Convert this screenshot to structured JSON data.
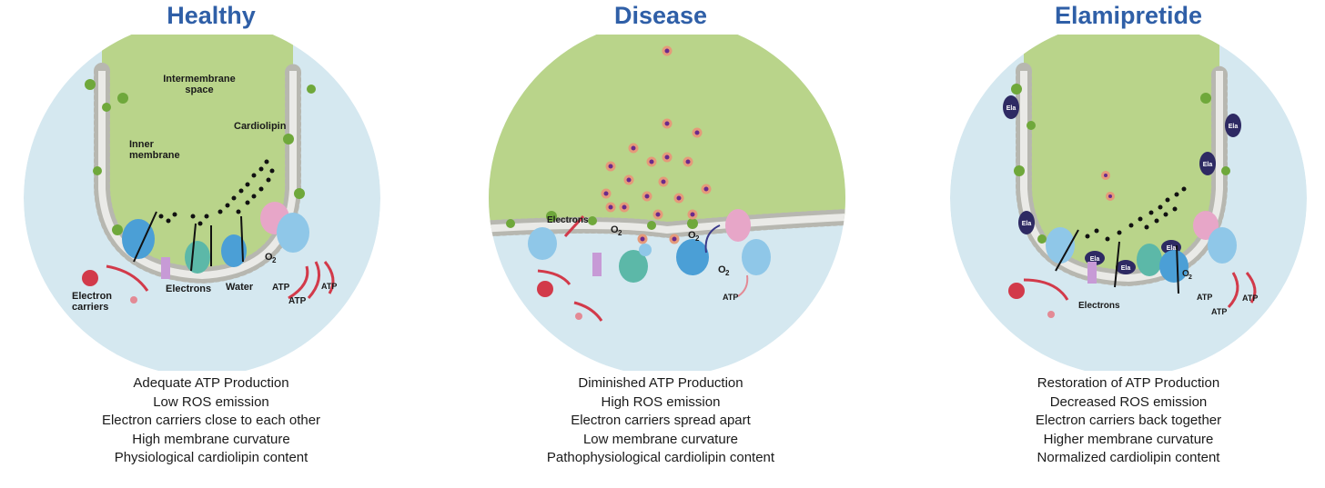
{
  "panels": [
    {
      "title": "Healthy",
      "labels": {
        "intermembrane": [
          "Intermembrane",
          "space"
        ],
        "cardiolipin": "Cardiolipin",
        "inner_membrane": [
          "Inner",
          "membrane"
        ],
        "electrons": "Electrons",
        "water": "Water",
        "o2": "O",
        "o2_sub": "2",
        "electron_carriers": [
          "Electron",
          "carriers"
        ],
        "atp": "ATP"
      },
      "caption": [
        "Adequate ATP Production",
        "Low ROS emission",
        "Electron carriers close to each other",
        "High membrane curvature",
        "Physiological cardiolipin content"
      ]
    },
    {
      "title": "Disease",
      "labels": {
        "electrons": "Electrons",
        "o2": "O",
        "o2_sub": "2",
        "atp": "ATP"
      },
      "caption": [
        "Diminished ATP Production",
        "High ROS emission",
        "Electron carriers spread apart",
        "Low membrane curvature",
        "Pathophysiological cardiolipin content"
      ]
    },
    {
      "title": "Elamipretide",
      "labels": {
        "ela": "Ela",
        "electrons": "Electrons",
        "o2": "O",
        "o2_sub": "2",
        "atp": "ATP"
      },
      "caption": [
        "Restoration of ATP Production",
        "Decreased ROS emission",
        "Electron carriers back together",
        "Higher membrane curvature",
        "Normalized cardiolipin content"
      ]
    }
  ],
  "colors": {
    "title": "#2f5fa7",
    "matrix": "#d5e8f0",
    "intermembrane": "#b9d48a",
    "lipid_head": "#b7b7b0",
    "cardiolipin": "#6fa83b",
    "complex_blue": "#4b9fd6",
    "complex_teal": "#5cb8a8",
    "complex_pink": "#e7a6c8",
    "ros": "#6a2a8c",
    "arrow_red": "#d23a4a"
  }
}
